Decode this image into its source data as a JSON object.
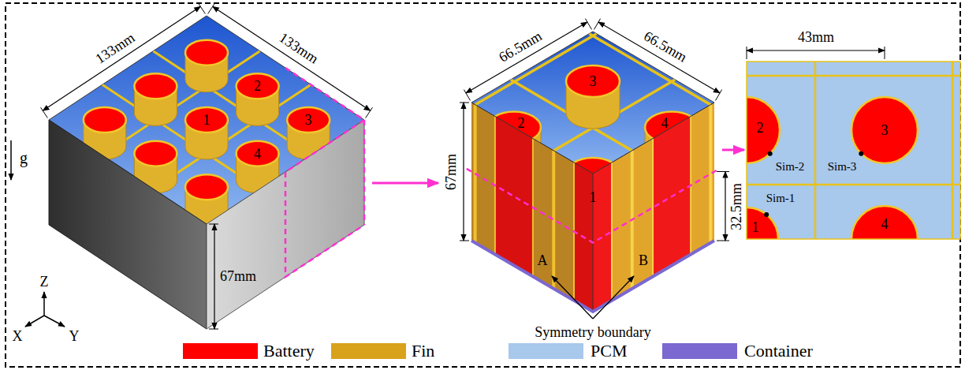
{
  "diagram": {
    "labels": [
      "133mm",
      "133mm",
      "1",
      "2",
      "3",
      "4",
      "g",
      "Z",
      "X",
      "Y",
      "67mm",
      "66.5mm",
      "66.5mm",
      "3",
      "2",
      "4",
      "67mm",
      "1",
      "32.5mm",
      "A",
      "B",
      "Symmetry boundary",
      "43mm",
      "2",
      "3",
      "Sim-2",
      "Sim-3",
      "Sim-1",
      "1",
      "4"
    ],
    "legend": [
      {
        "text": "Battery",
        "color": "#ff0000"
      },
      {
        "text": "Fin",
        "color": "#d9a21b"
      },
      {
        "text": "PCM",
        "color": "#a8c8ec"
      },
      {
        "text": "Container",
        "color": "#7b68d0"
      }
    ]
  }
}
